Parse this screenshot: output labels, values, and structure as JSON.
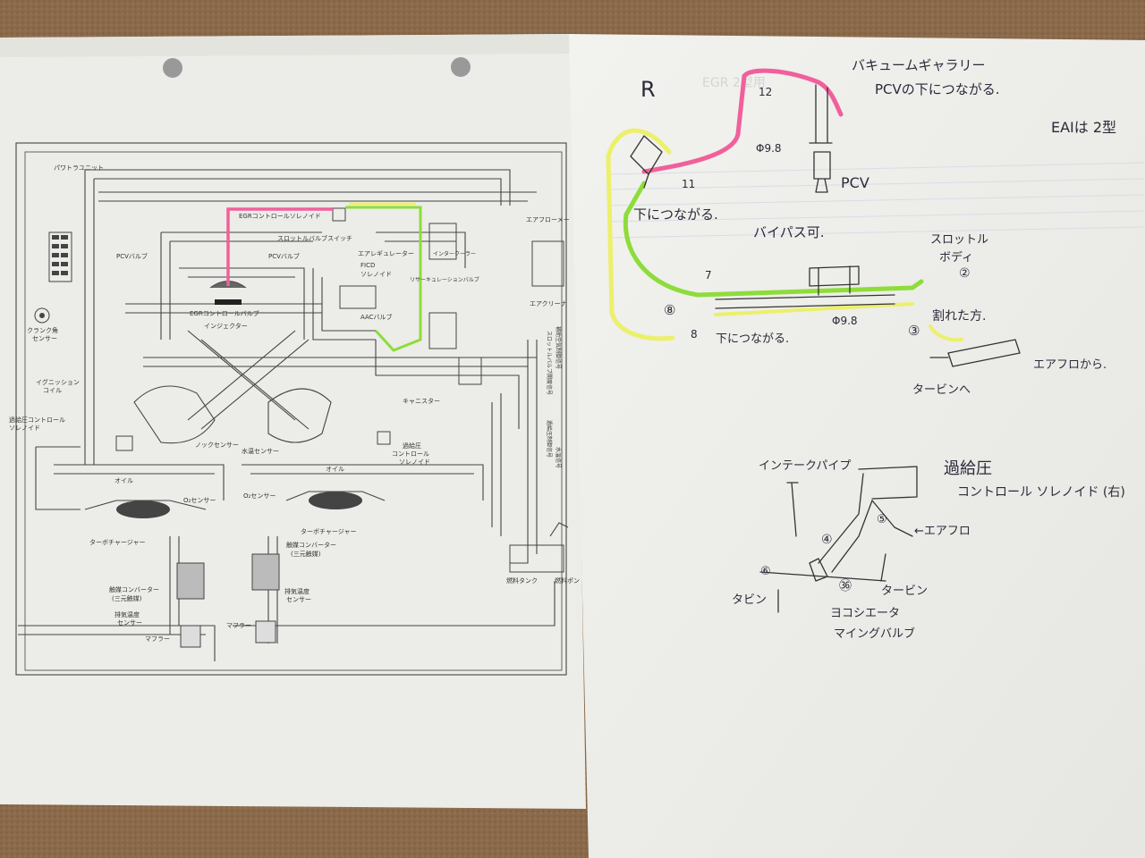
{
  "left_sheet": {
    "labels": {
      "power_unit": "パワトラユニット",
      "crank_sensor_1": "クランク角",
      "crank_sensor_2": "センサー",
      "pcv_valve_left": "PCVバルブ",
      "pcv_valve_right": "PCVバルブ",
      "egr_solenoid": "EGRコントロールソレノイド",
      "throttle_switch": "スロットルバルブスイッチ",
      "air_regulator": "エアレギュレーター",
      "fico_1": "FICD",
      "fico_2": "ソレノイド",
      "aac_valve": "AACバルブ",
      "egr_valve": "EGRコントロールバルブ",
      "injector": "インジェクター",
      "intercooler": "インタークーラー",
      "recirc_valve": "リサーキュレーションバルブ",
      "airflow_meter": "エアフローメー",
      "air_cleaner": "エアクリーナ",
      "ignition_coil_1": "イグニッション",
      "ignition_coil_2": "コイル",
      "canister": "キャニスター",
      "boost_solenoid_left_1": "過給圧コントロール",
      "boost_solenoid_left_2": "ソレノイド",
      "knock_sensor": "ノックセンサー",
      "water_temp_sensor": "水温センサー",
      "boost_solenoid_right_1": "過給圧",
      "boost_solenoid_right_2": "コントロール",
      "boost_solenoid_right_3": "ソレノイド",
      "oil_left": "オイル",
      "oil_right": "オイル",
      "o2_sensor_left": "O₂センサー",
      "o2_sensor_right": "O₂センサー",
      "turbo_left": "ターボチャージャー",
      "turbo_right": "ターボチャージャー",
      "catalyst_right_1": "触媒コンバーター",
      "catalyst_right_2": "(三元触媒)",
      "catalyst_left_1": "触媒コンバーター",
      "catalyst_left_2": "(三元触媒)",
      "exhaust_temp_right_1": "排気温度",
      "exhaust_temp_right_2": "センサー",
      "exhaust_temp_left_1": "排気温度",
      "exhaust_temp_left_2": "センサー",
      "muffler_left": "マフラー",
      "muffler_right": "マフラー",
      "fuel_tank": "燃料タンク",
      "fuel_pump": "燃料ポン",
      "side_1": "補助空気制御信号",
      "side_2": "スロットルバルブ開度信号",
      "side_3": "過給圧制御信号",
      "side_4": "水温信号"
    }
  },
  "right_sheet": {
    "faded_header": "EGR 2型用",
    "notes": {
      "r_mark": "R",
      "vacuum_gallery": "バキュームギャラリー",
      "pcv_connect": "PCVの下につながる.",
      "eai": "EAIは 2型",
      "num_12": "12",
      "phi_top": "Φ9.8",
      "num_11": "11",
      "pcv": "PCV",
      "shita_tsunagaru_1": "下につながる.",
      "bypass": "バイパス可.",
      "throttle_1": "スロットル",
      "throttle_2": "ボディ",
      "circle_2": "②",
      "num_7": "7",
      "circle_8": "⑧",
      "num_8": "8",
      "shita_tsunagaru_2": "下につながる.",
      "phi_mid": "Φ9.8",
      "wareta": "割れた方.",
      "circle_3": "③",
      "to_airflow": "エアフロから.",
      "to_turbine": "タービンへ",
      "intake_pipe": "インテークパイプ",
      "boost_1": "過給圧",
      "boost_2": "コントロール ソレノイド (右)",
      "circle_5": "⑤",
      "to_airflow_2": "←エアフロ",
      "circle_4": "④",
      "circle_6": "⑥",
      "circle_36": "㊱",
      "turbine_r": "タービン",
      "turbine_l": "タビン",
      "sol_1": "ヨコシエータ",
      "sol_2": "マイングバルブ"
    }
  },
  "colors": {
    "table": "#8a6a4a",
    "paper": "#f4f4f1",
    "pink": "#f0609a",
    "green": "#8edc3a",
    "yellow": "#ecf06a"
  }
}
